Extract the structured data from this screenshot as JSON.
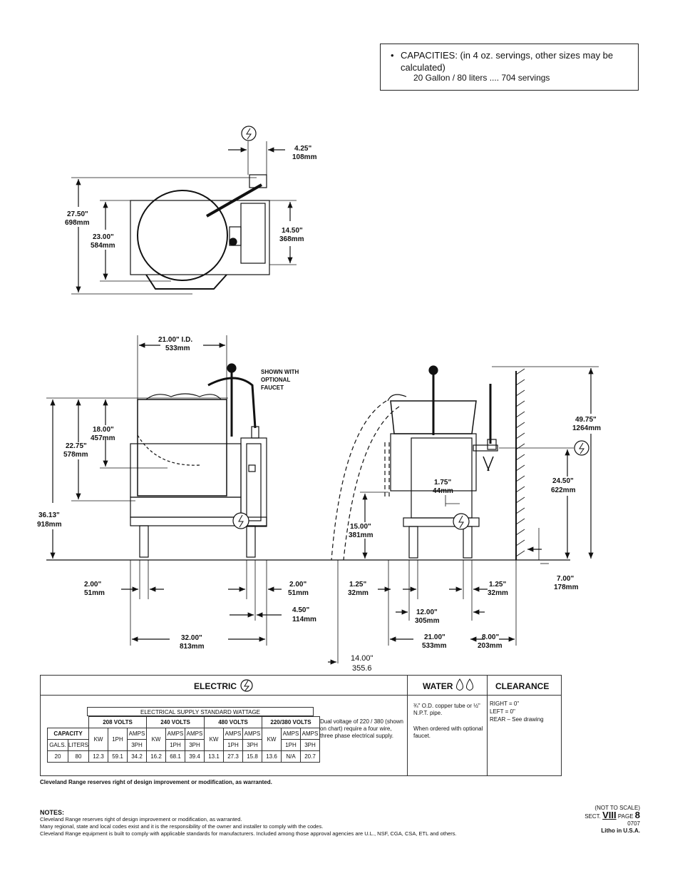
{
  "capacities": {
    "bullet": "•",
    "line1": "CAPACITIES: (in 4 oz. servings, other sizes may be calculated)",
    "line2": "20 Gallon / 80 liters .... 704 servings"
  },
  "dims": {
    "d_425": "4.25\"",
    "d_108": "108mm",
    "d_2750": "27.50\"",
    "d_698": "698mm",
    "d_2300": "23.00\"",
    "d_584": "584mm",
    "d_1450": "14.50\"",
    "d_368": "368mm",
    "d_2100id": "21.00\" I.D.",
    "d_533a": "533mm",
    "shown1": "SHOWN WITH",
    "shown2": "OPTIONAL",
    "shown3": "FAUCET",
    "d_1800": "18.00\"",
    "d_457": "457mm",
    "d_2275": "22.75\"",
    "d_578": "578mm",
    "d_3613": "36.13\"",
    "d_918": "918mm",
    "d_4975": "49.75\"",
    "d_1264": "1264mm",
    "d_175": "1.75\"",
    "d_44": "44mm",
    "d_2450": "24.50\"",
    "d_622": "622mm",
    "d_1500": "15.00\"",
    "d_381": "381mm",
    "d_200a": "2.00\"",
    "d_51a": "51mm",
    "d_200b": "2.00\"",
    "d_51b": "51mm",
    "d_450": "4.50\"",
    "d_114": "114mm",
    "d_3200": "32.00\"",
    "d_813": "813mm",
    "d_125a": "1.25\"",
    "d_32a": "32mm",
    "d_125b": "1.25\"",
    "d_32b": "32mm",
    "d_700": "7.00\"",
    "d_178": "178mm",
    "d_1200": "12.00\"",
    "d_305": "305mm",
    "d_2100": "21.00\"",
    "d_533b": "533mm",
    "d_800": "8.00\"",
    "d_203": "203mm",
    "d_1400": "14.00\"",
    "d_3556": "355.6"
  },
  "spec": {
    "electric": "ELECTRIC",
    "water": "WATER",
    "clearance": "CLEARANCE",
    "table_title": "ELECTRICAL SUPPLY STANDARD WATTAGE",
    "volts": [
      "208 VOLTS",
      "240 VOLTS",
      "480 VOLTS",
      "220/380 VOLTS"
    ],
    "capacity": "CAPACITY",
    "gals": "GALS.",
    "liters": "LITERS",
    "kw": "KW",
    "amps": "AMPS",
    "ph1": "1PH",
    "ph3": "3PH",
    "row": [
      "20",
      "80",
      "12.3",
      "59.1",
      "34.2",
      "16.2",
      "68.1",
      "39.4",
      "13.1",
      "27.3",
      "15.8",
      "13.6",
      "N/A",
      "20.7"
    ],
    "dual_voltage": "Dual voltage of 220 / 380 (shown on chart) require a four wire, three phase electrical supply.",
    "water_line1": "¾\" O.D. copper tube or ½\" N.P.T. pipe.",
    "water_line2": "When ordered with optional faucet.",
    "clear_right": "RIGHT = 0\"",
    "clear_left": "LEFT = 0\"",
    "clear_rear": "REAR – See drawing"
  },
  "disclaimer": "Cleveland Range reserves right of design improvement or modification, as warranted.",
  "notes": {
    "title": "NOTES:",
    "line1": "Cleveland Range reserves right of design improvement or modification, as warranted.",
    "line2": "Many regional, state and local codes exist and it is the responsibility of the owner and installer to comply with the codes.",
    "line3": "Cleveland Range equipment is built to comply with applicable standards for manufacturers. Included among those approval agencies are U.L., NSF, CGA, CSA, ETL and others."
  },
  "footer": {
    "not_to_scale": "(NOT TO SCALE)",
    "sect": "SECT.",
    "sect_num": "VIII",
    "page": "PAGE",
    "page_num": "8",
    "code": "0707",
    "litho": "Litho in U.S.A."
  }
}
